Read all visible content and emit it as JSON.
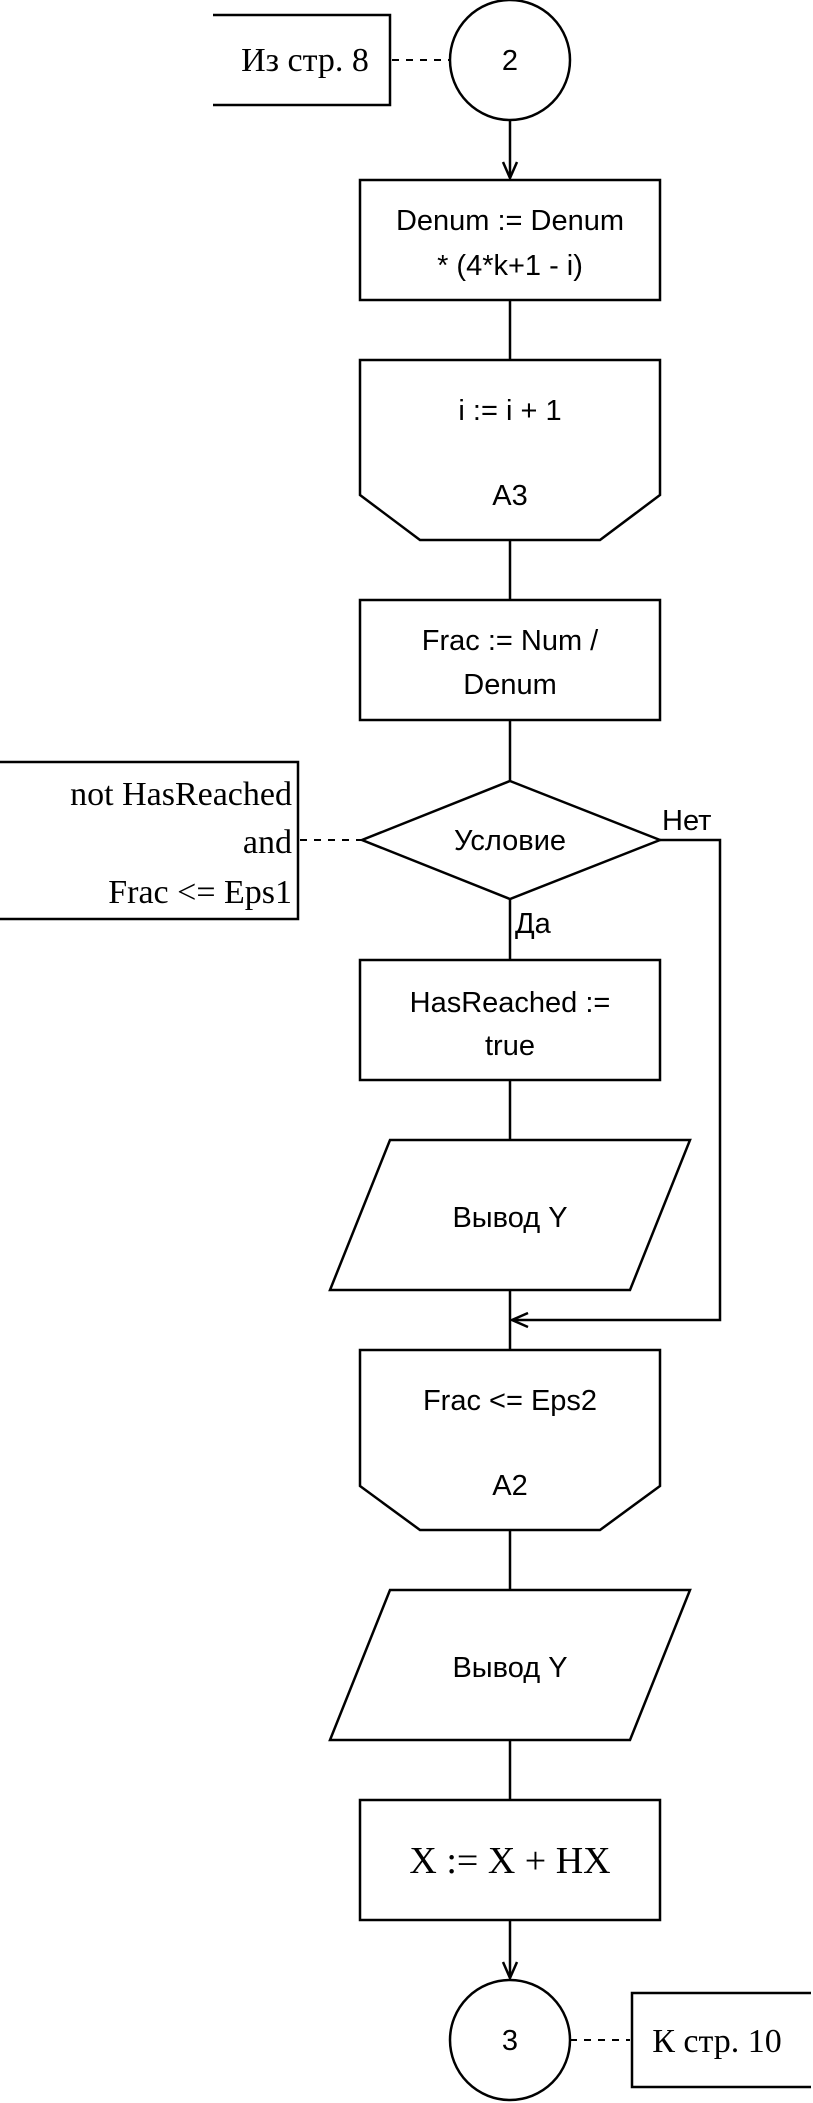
{
  "connector_in": {
    "label": "2",
    "reference": "Из стр. 8"
  },
  "process_denum": {
    "line1": "Denum := Denum",
    "line2": "* (4*k+1 - i)"
  },
  "loop_end_a3": {
    "text": "i := i + 1",
    "label": "A3"
  },
  "process_frac": {
    "line1": "Frac := Num /",
    "line2": "Denum"
  },
  "decision": {
    "label": "Условие",
    "comment": [
      "not HasReached",
      "and",
      "Frac <= Eps1"
    ],
    "no_label": "Нет",
    "yes_label": "Да"
  },
  "process_hasreached": {
    "line1": "HasReached :=",
    "line2": "true"
  },
  "output_1": {
    "text": "Вывод Y"
  },
  "loop_end_a2": {
    "text": "Frac <= Eps2",
    "label": "A2"
  },
  "output_2": {
    "text": "Вывод Y"
  },
  "process_x": {
    "text": "X := X + HX"
  },
  "connector_out": {
    "label": "3",
    "reference": "К стр. 10"
  }
}
